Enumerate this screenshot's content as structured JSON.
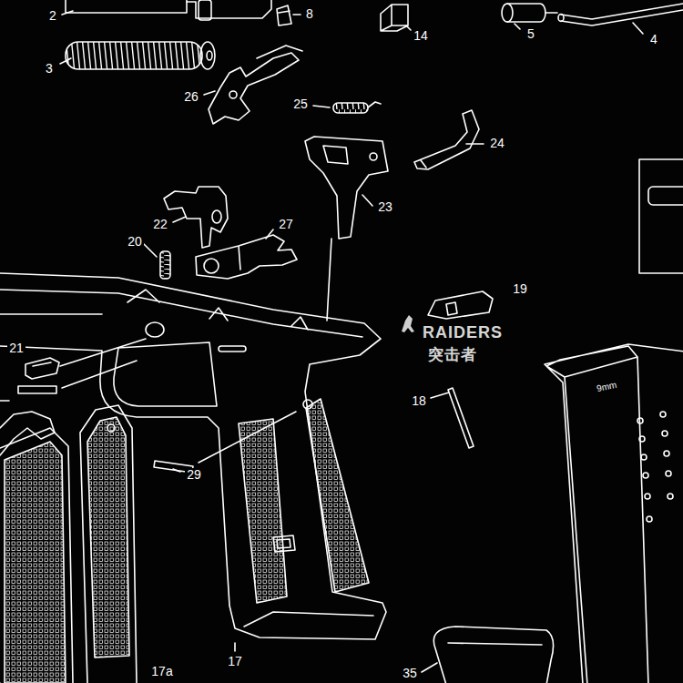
{
  "diagram": {
    "labels": [
      "2",
      "8",
      "14",
      "5",
      "4",
      "3",
      "26",
      "25",
      "24",
      "23",
      "22",
      "27",
      "20",
      "19",
      "RAIDERS",
      "突击者",
      "21",
      "18",
      "9mm",
      "29",
      "17",
      "17a",
      "35"
    ]
  }
}
